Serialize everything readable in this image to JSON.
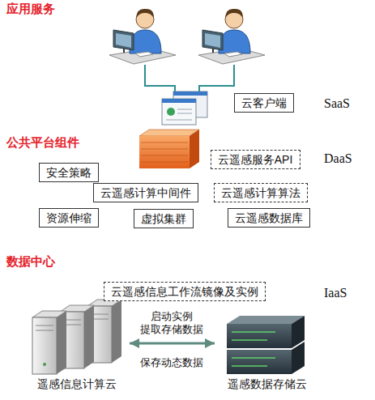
{
  "diagram": {
    "nodes": [
      {
        "text": [
          "应用服务"
        ]
      },
      {
        "text": [
          "云客户端"
        ],
        "in": 0
      },
      {
        "text": [
          "公共平台组件"
        ]
      },
      {
        "text": [
          "云遥感服务API"
        ],
        "in": 2
      },
      {
        "text": [
          "安全策略"
        ],
        "in": 2
      },
      {
        "text": [
          "云遥感计算中间件"
        ],
        "in": 2
      },
      {
        "text": [
          "云遥感计算算法"
        ],
        "in": 2
      },
      {
        "text": [
          "资源伸缩"
        ],
        "in": 2
      },
      {
        "text": [
          "虚拟集群"
        ],
        "in": 2
      },
      {
        "text": [
          "云遥感数据库"
        ],
        "in": 2
      },
      {
        "text": [
          "数据中心"
        ]
      },
      {
        "text": [
          "云遥感信息工作流镜像及实例"
        ],
        "in": 10
      },
      {
        "text": [
          "遥感信息计算云"
        ],
        "in": 10
      },
      {
        "text": [
          "遥感数据存储云"
        ],
        "in": 10
      }
    ],
    "edges": [
      {
        "from": 12,
        "to": 13,
        "arrow": "both",
        "label": "启动实例 提取存储数据"
      }
    ],
    "labels": [
      "SaaS",
      "DaaS",
      "IaaS",
      "保存动态数据"
    ]
  }
}
